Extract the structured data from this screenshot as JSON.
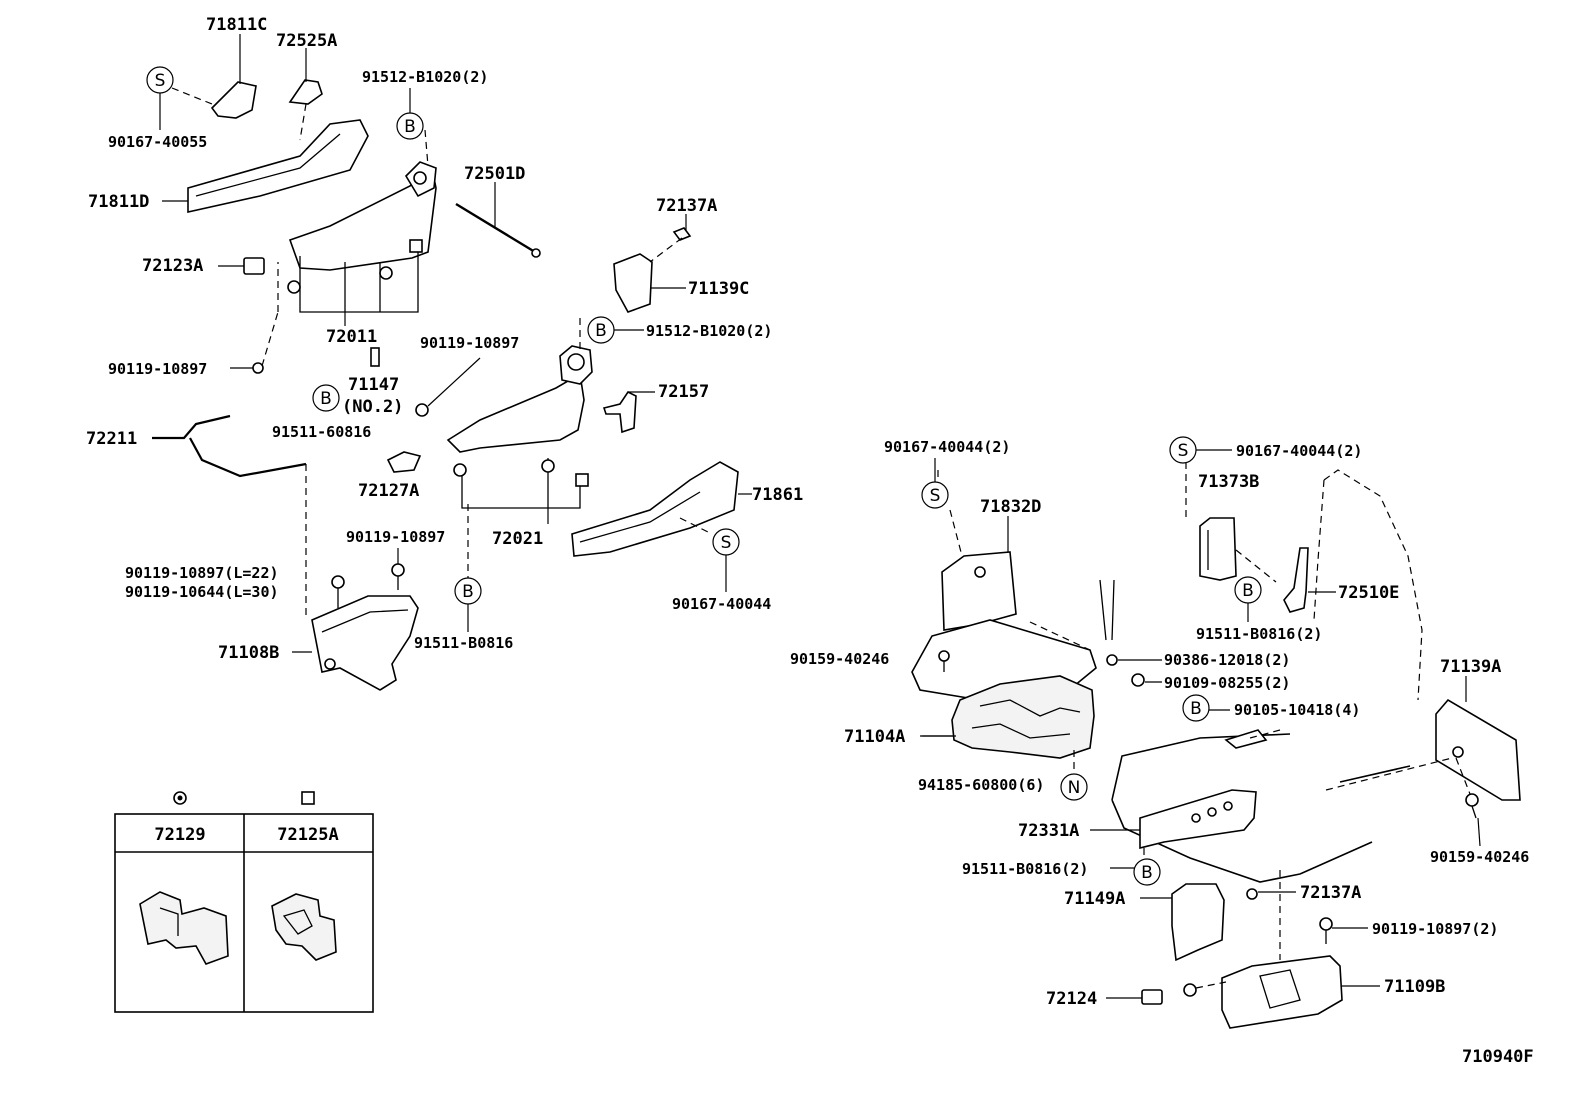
{
  "diagram": {
    "ref_code": "710940F",
    "callout_symbols": {
      "s": "S",
      "b": "B",
      "n": "N"
    },
    "labels": {
      "p71811C": "71811C",
      "p72525A": "72525A",
      "p90167_40055": "90167-40055",
      "p91512_B1020_top": "91512-B1020(2)",
      "p71811D": "71811D",
      "p72501D": "72501D",
      "p72137A_top": "72137A",
      "p72123A": "72123A",
      "p71139C": "71139C",
      "p72011": "72011",
      "p91512_B1020_mid": "91512-B1020(2)",
      "p90119_10897_mid": "90119-10897",
      "p90119_10897_left": "90119-10897",
      "p71147": "71147",
      "p71147_no": "(NO.2)",
      "p72157": "72157",
      "p91511_60816": "91511-60816",
      "p72211": "72211",
      "p72127A": "72127A",
      "p71861": "71861",
      "p72021": "72021",
      "p90119_10897_low": "90119-10897",
      "p90119_10897_L22": "90119-10897(L=22)",
      "p90119_10644_L30": "90119-10644(L=30)",
      "p90167_40044_right": "90167-40044",
      "p71108B": "71108B",
      "p91511_B0816": "91511-B0816",
      "p90167_40044_2a": "90167-40044(2)",
      "p90167_40044_2b": "90167-40044(2)",
      "p71373B": "71373B",
      "p71832D": "71832D",
      "p72510E": "72510E",
      "p91511_B0816_2a": "91511-B0816(2)",
      "p90159_40246_a": "90159-40246",
      "p90386_12018": "90386-12018(2)",
      "p90109_08255": "90109-08255(2)",
      "p71139A": "71139A",
      "p90105_10418": "90105-10418(4)",
      "p71104A": "71104A",
      "p94185_60800": "94185-60800(6)",
      "p72331A": "72331A",
      "p90159_40246_b": "90159-40246",
      "p91511_B0816_2b": "91511-B0816(2)",
      "p72137A_bot": "72137A",
      "p71149A": "71149A",
      "p90119_10897_2": "90119-10897(2)",
      "p72124": "72124",
      "p71109B": "71109B"
    },
    "legend": {
      "col1": "72129",
      "col2": "72125A"
    }
  }
}
